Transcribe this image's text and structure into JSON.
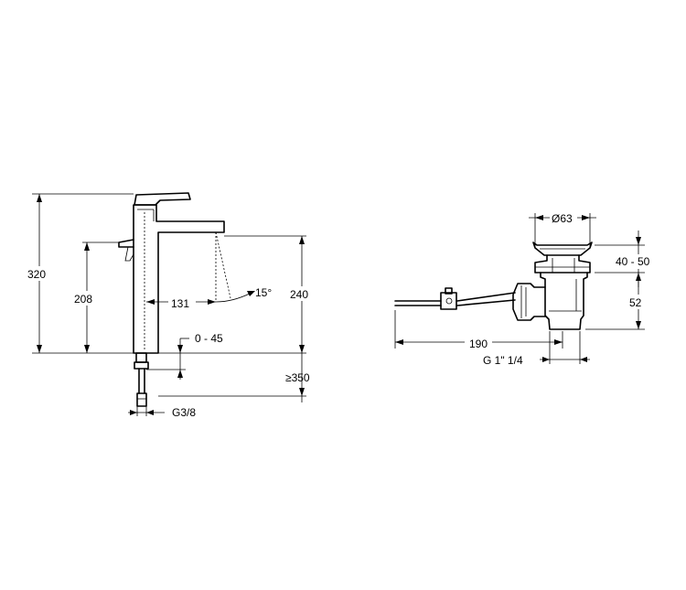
{
  "faucet": {
    "dims": {
      "height_total": "320",
      "height_lever": "208",
      "height_spout": "240",
      "spout_reach": "131",
      "lever_angle": "15°",
      "deck_thickness": "0 - 45",
      "hose_length": "≥350",
      "connection": "G3/8"
    }
  },
  "drain": {
    "dims": {
      "diameter": "Ø63",
      "range_top": "40 - 50",
      "height": "52",
      "cable_length": "190",
      "thread": "G 1\" 1/4"
    }
  }
}
